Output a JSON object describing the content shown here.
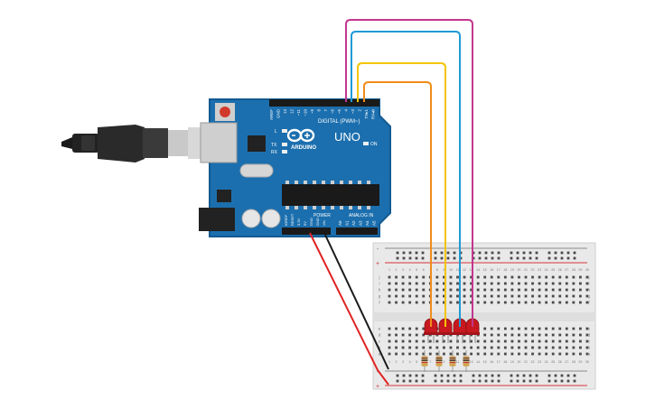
{
  "board": {
    "brand": "ARDUINO",
    "model": "UNO",
    "digital_header": "DIGITAL (PWM~)",
    "analog_header": "ANALOG IN",
    "power_header": "POWER",
    "on_label": "ON",
    "tx_label": "TX",
    "rx_label": "RX",
    "l_label": "L",
    "digital_pins": [
      "AREF",
      "GND",
      "13",
      "12",
      "~11",
      "~10",
      "~9",
      "8",
      "7",
      "~6",
      "~5",
      "4",
      "~3",
      "2",
      "TX▸1",
      "RX◂0"
    ],
    "power_pins": [
      "IOREF",
      "RESET",
      "3.3V",
      "5V",
      "GND",
      "GND",
      "Vin"
    ],
    "analog_pins": [
      "A0",
      "A1",
      "A2",
      "A3",
      "A4",
      "A5"
    ]
  },
  "breadboard": {
    "column_numbers": [
      "1",
      "2",
      "3",
      "4",
      "5",
      "6",
      "7",
      "8",
      "9",
      "10",
      "11",
      "12",
      "13",
      "14",
      "15",
      "16",
      "17",
      "18",
      "19",
      "20",
      "21",
      "22",
      "23",
      "24",
      "25",
      "26",
      "27",
      "28",
      "29",
      "30"
    ],
    "row_letters_top": [
      "j",
      "i",
      "h",
      "g",
      "f"
    ],
    "row_letters_bottom": [
      "e",
      "d",
      "c",
      "b",
      "a"
    ],
    "rail_plus": "+",
    "rail_minus": "-"
  },
  "wires": {
    "pin6": "#c2378f",
    "pin5": "#1f9ad6",
    "pin4": "#f5c400",
    "pin3": "#f08c1a",
    "power5v": "#e02424",
    "ground": "#1a1a1a"
  },
  "colors": {
    "board": "#1c6fae",
    "board_dark": "#135a91",
    "led": "#c7191f",
    "breadboard": "#e9e9e9"
  }
}
